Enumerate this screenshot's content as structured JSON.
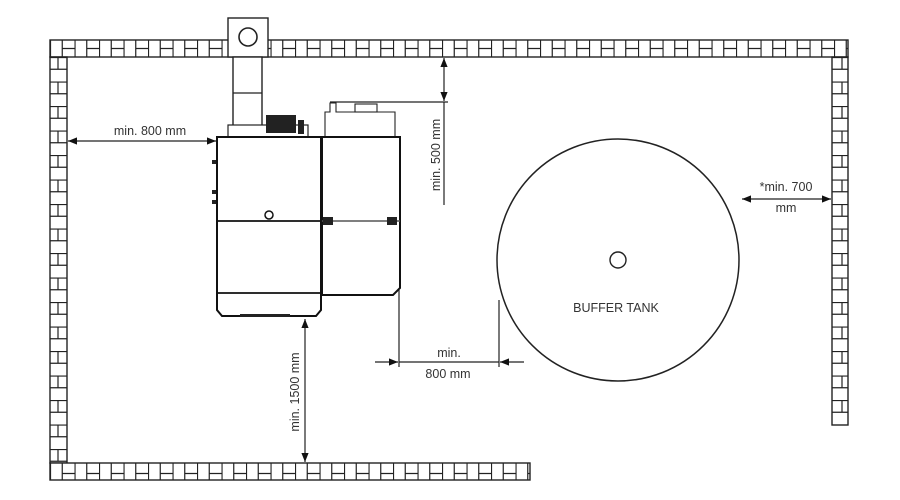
{
  "diagram": {
    "labels": {
      "left_clearance": "min. 800 mm",
      "top_clearance": "min. 500 mm",
      "front_clearance": "min. 1500 mm",
      "tank_gap_line1": "min.",
      "tank_gap_line2": "800 mm",
      "right_clearance_line1": "*min. 700",
      "right_clearance_line2": "mm",
      "tank": "BUFFER TANK"
    },
    "colors": {
      "line": "#222222",
      "text": "#333333",
      "background": "#ffffff"
    }
  }
}
